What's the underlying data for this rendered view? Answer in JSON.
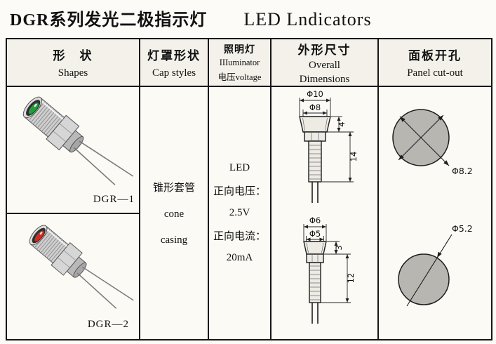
{
  "page": {
    "title_zh": "DGR系列发光二极指示灯",
    "title_en": "LED Lndicators"
  },
  "table": {
    "headers": [
      {
        "zh": "形　状",
        "en": "Shapes"
      },
      {
        "zh": "灯罩形状",
        "en": "Cap styles"
      },
      {
        "zh": "照明灯",
        "en": "IIIuminator",
        "en2": "电压voltage"
      },
      {
        "zh": "外形尺寸",
        "en": "Overall",
        "en2": "Dimensions"
      },
      {
        "zh": "面板开孔",
        "en": "Panel cut-out"
      }
    ],
    "shapes": {
      "items": [
        {
          "label": "DGR—1",
          "led_color": "#1f9e3c"
        },
        {
          "label": "DGR—2",
          "led_color": "#d42a1e"
        }
      ]
    },
    "cap_styles": {
      "lines": [
        "锥形套管",
        "cone",
        "casing"
      ]
    },
    "illuminator": {
      "lines": [
        "LED",
        "正向电压：",
        "2.5V",
        "正向电流：",
        "20mA"
      ]
    },
    "dimensions": {
      "top": {
        "outer_dia": "Φ10",
        "inner_dia": "Φ8",
        "cap_height": "4",
        "body_height": "14"
      },
      "bottom": {
        "outer_dia": "Φ6",
        "inner_dia": "Φ5",
        "cap_height": "3",
        "body_height": "12"
      }
    },
    "panel_cutout": {
      "top_dia": "Φ8.2",
      "bottom_dia": "Φ5.2"
    },
    "colors": {
      "cutout_fill": "#b8b6b0",
      "line": "#1d1d1d"
    }
  }
}
